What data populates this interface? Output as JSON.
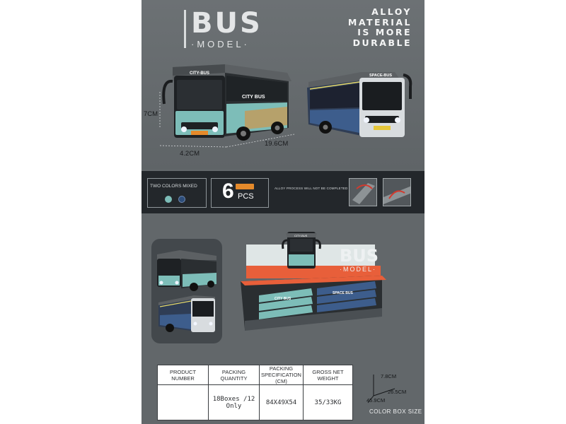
{
  "brand": {
    "title": "BUS",
    "subtitle": "·MODEL·"
  },
  "tagline": {
    "line1": "ALLOY",
    "line2": "MATERIAL",
    "line3": "IS MORE",
    "line4": "DURABLE"
  },
  "dimensions": {
    "height": "7CM",
    "width": "4.2CM",
    "length": "19.6CM"
  },
  "bus_front": {
    "roof_label": "CITY-BUS",
    "side_label": "CITY BUS"
  },
  "bus_rear": {
    "roof_label": "SPACE-BUS"
  },
  "band": {
    "colors_label": "TWO COLORS MIXED",
    "pcs_number": "6",
    "pcs_unit": "PCS",
    "alloy_note": "ALLOY PROCESS WILL NOT BE COMPLETED"
  },
  "display_box": {
    "brand": "BUS",
    "subtitle": "·MODEL·",
    "city_label": "CITY BUS",
    "space_label": "SPACE BUS"
  },
  "table": {
    "headers": [
      "PRODUCT NUMBER",
      "PACKING QUANTITY",
      "PACKING SPECIFICATION (CM)",
      "GROSS NET WEIGHT"
    ],
    "values": [
      "",
      "18Boxes /12 Only",
      "84X49X54",
      "35/33KG"
    ]
  },
  "box_size": {
    "height": "7.8CM",
    "depth": "26.5CM",
    "length": "45.9CM",
    "label": "COLOR BOX SIZE"
  },
  "colors": {
    "teal": "#7dbdb8",
    "navy": "#2d4d7a",
    "orange": "#e58a2b",
    "panel": "#62676a",
    "band": "#23272b"
  }
}
